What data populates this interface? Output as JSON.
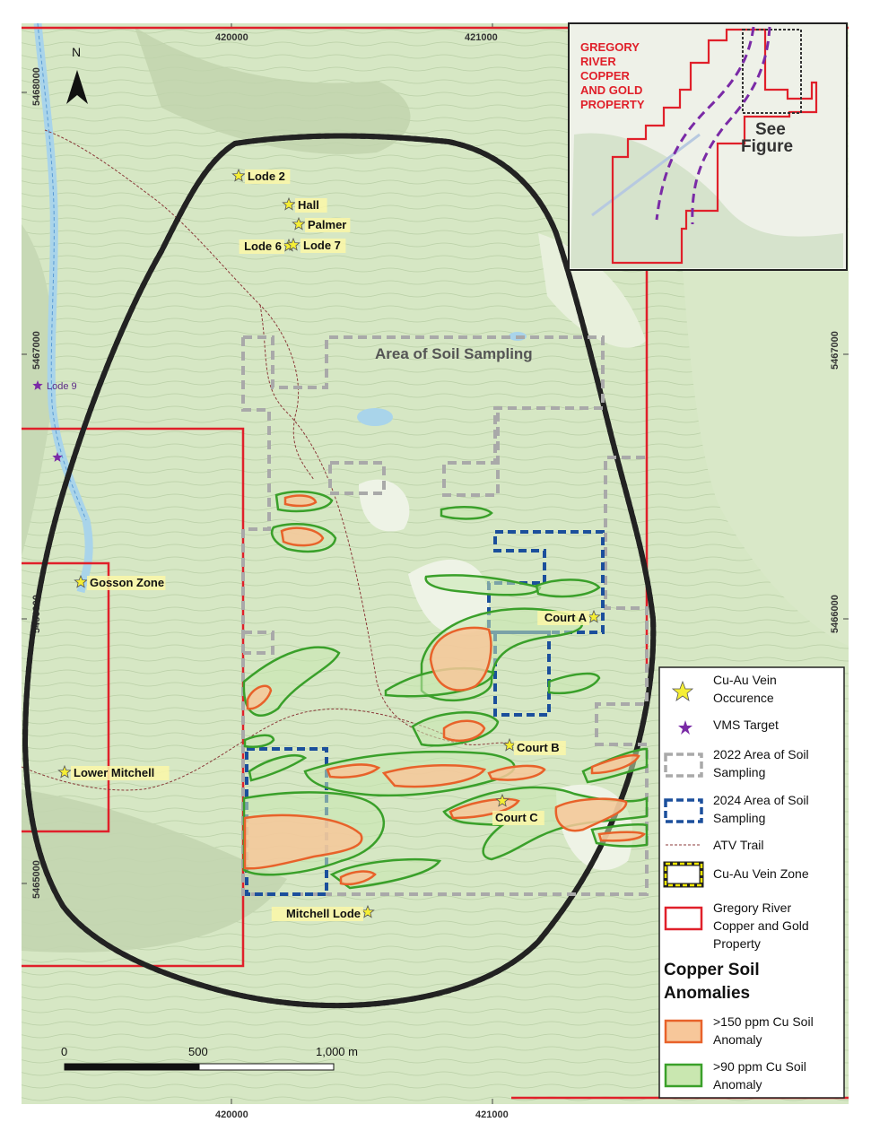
{
  "north_label": "N",
  "coords": {
    "top_x": [
      "420000",
      "421000"
    ],
    "bottom_x": [
      "420000",
      "421000"
    ],
    "left_y": [
      "5468000",
      "5467000",
      "5466000",
      "5465000"
    ],
    "right_y": [
      "5467000",
      "5466000"
    ]
  },
  "features": {
    "soil_area_label": "Area of Soil Sampling",
    "occurrences": [
      "Lode 2",
      "Hall",
      "Palmer",
      "Lode 6",
      "Lode 7",
      "Gosson Zone",
      "Court A",
      "Court B",
      "Court C",
      "Lower Mitchell",
      "Mitchell Lode"
    ],
    "vms_targets": [
      "Lode 9"
    ]
  },
  "inset": {
    "title_lines": [
      "GREGORY",
      "RIVER",
      "COPPER",
      "AND GOLD",
      "PROPERTY"
    ],
    "see_lines": [
      "See",
      "Figure"
    ]
  },
  "legend": {
    "items": [
      {
        "label_lines": [
          "Cu-Au Vein",
          "Occurence"
        ]
      },
      {
        "label_lines": [
          "VMS Target"
        ]
      },
      {
        "label_lines": [
          "2022 Area of Soil",
          "Sampling"
        ]
      },
      {
        "label_lines": [
          "2024 Area of Soil",
          "Sampling"
        ]
      },
      {
        "label_lines": [
          "ATV Trail"
        ]
      },
      {
        "label_lines": [
          "Cu-Au Vein Zone"
        ]
      },
      {
        "label_lines": [
          "Gregory River",
          "Copper and Gold",
          "Property"
        ]
      }
    ],
    "section_title_lines": [
      "Copper Soil",
      "Anomalies"
    ],
    "anomaly_items": [
      {
        "label_lines": [
          ">150 ppm Cu Soil",
          "Anomaly"
        ]
      },
      {
        "label_lines": [
          ">90 ppm Cu Soil",
          "Anomaly"
        ]
      }
    ]
  },
  "scale_bar": {
    "labels": [
      "0",
      "500",
      "1,000 m"
    ]
  },
  "colors": {
    "background": "#d6e7c4",
    "property": "#e0202a",
    "soil_2022": "#a9a9a9",
    "soil_2024": "#1b4f9c",
    "anomaly_150": "#e8622a",
    "anomaly_150_fill": "#f7c79a",
    "anomaly_90": "#3aa02a",
    "vein_zone": "#f2e600",
    "trail": "#8b3a3a",
    "occurrence": "#f5ee35",
    "vms": "#7a2aa6",
    "inset_label": "#e0202a",
    "inset_line": "#7a2aa6"
  }
}
